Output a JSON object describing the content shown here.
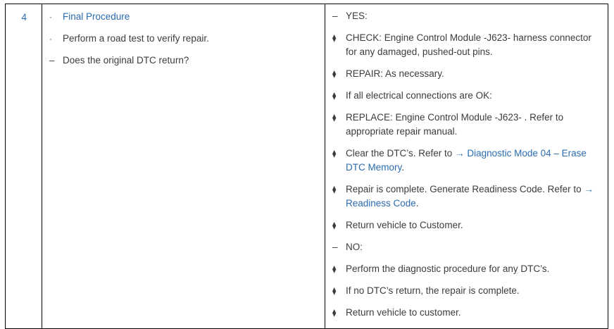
{
  "table": {
    "step_number": "4",
    "left_column": {
      "items": [
        {
          "bullet": "dot",
          "style": "link",
          "text": "Final Procedure"
        },
        {
          "bullet": "dot",
          "style": "plain",
          "text": "Perform a road test to verify repair."
        },
        {
          "bullet": "dash",
          "style": "plain",
          "text": "Does the original DTC return?"
        }
      ]
    },
    "right_column": {
      "items": [
        {
          "bullet": "dash",
          "style": "plain",
          "text": "YES:"
        },
        {
          "bullet": "lozenge",
          "style": "plain",
          "text": "CHECK: Engine Control Module -J623- harness connector for any damaged, pushed-out pins."
        },
        {
          "bullet": "lozenge",
          "style": "plain",
          "text": "REPAIR: As necessary."
        },
        {
          "bullet": "lozenge",
          "style": "plain",
          "text": "If all electrical connections are OK:"
        },
        {
          "bullet": "lozenge",
          "style": "plain",
          "text": "REPLACE: Engine Control Module -J623- . Refer to appropriate repair manual."
        },
        {
          "bullet": "lozenge",
          "style": "link-inline",
          "lead": "Clear the DTC’s. Refer to ",
          "arrow": "→ ",
          "link": "Diagnostic Mode 04 – Erase DTC Memory",
          "tail": "."
        },
        {
          "bullet": "lozenge",
          "style": "link-inline",
          "lead": "Repair is complete. Generate Readiness Code. Refer to ",
          "arrow": "→ ",
          "link": "Readiness Code",
          "tail": "."
        },
        {
          "bullet": "lozenge",
          "style": "plain",
          "text": "Return vehicle to Customer."
        },
        {
          "bullet": "dash",
          "style": "plain",
          "text": "NO:"
        },
        {
          "bullet": "lozenge",
          "style": "plain",
          "text": "Perform the diagnostic procedure for any DTC’s."
        },
        {
          "bullet": "lozenge",
          "style": "plain",
          "text": "If no DTC’s return, the repair is complete."
        },
        {
          "bullet": "lozenge",
          "style": "plain",
          "text": "Return vehicle to customer."
        }
      ]
    }
  },
  "glyphs": {
    "dot": "·",
    "dash": "–",
    "lozenge": "◆"
  },
  "colors": {
    "link": "#2b6cb0",
    "text": "#3c3c3c",
    "border": "#000000",
    "background": "#ffffff"
  }
}
